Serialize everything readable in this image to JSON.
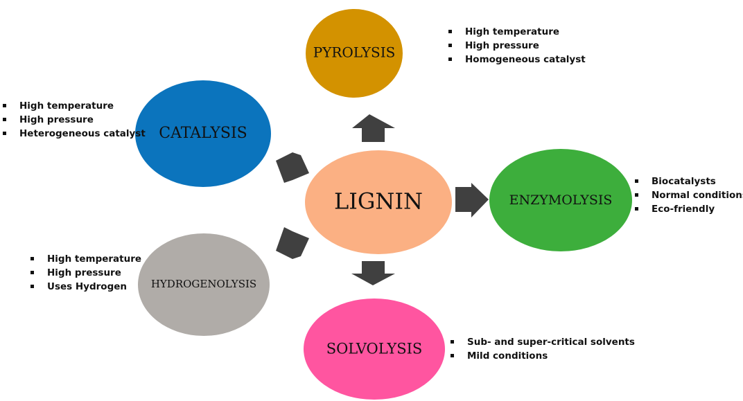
{
  "center": {
    "label": "LIGNIN",
    "color": "#FBB083"
  },
  "nodes": {
    "pyrolysis": {
      "label": "PYROLYSIS",
      "color": "#D39200",
      "bullets": [
        "High temperature",
        "High pressure",
        "Homogeneous catalyst"
      ]
    },
    "catalysis": {
      "label": "CATALYSIS",
      "color": "#0B74BD",
      "bullets": [
        "High temperature",
        "High pressure",
        "Heterogeneous catalyst"
      ]
    },
    "enzymolysis": {
      "label": "ENZYMOLYSIS",
      "color": "#3DAE3C",
      "bullets": [
        "Biocatalysts",
        "Normal conditions",
        "Eco-friendly"
      ]
    },
    "hydrogenolysis": {
      "label": "HYDROGENOLYSIS",
      "color": "#B0ACA8",
      "bullets": [
        "High temperature",
        "High pressure",
        "Uses Hydrogen"
      ]
    },
    "solvolysis": {
      "label": "SOLVOLYSIS",
      "color": "#FF55A0",
      "bullets": [
        "Sub- and super-critical solvents",
        "Mild conditions"
      ]
    }
  },
  "arrow_color": "#404040"
}
